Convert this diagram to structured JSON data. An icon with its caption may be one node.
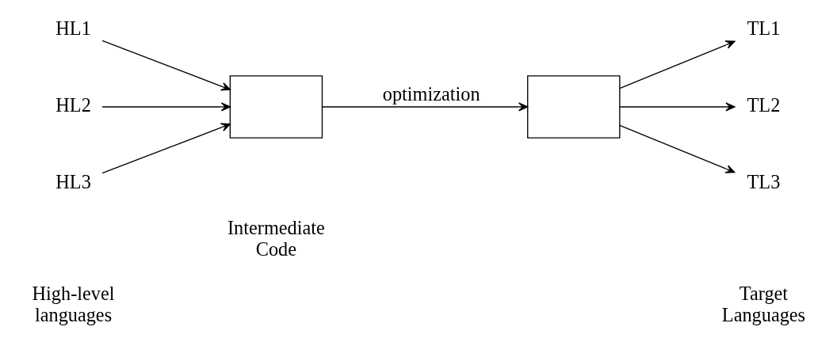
{
  "diagram": {
    "nodes": [
      {
        "text": [
          "HL1"
        ]
      },
      {
        "text": [
          "HL2"
        ]
      },
      {
        "text": [
          "HL3"
        ]
      },
      {
        "text": [],
        "shape": "box"
      },
      {
        "text": [],
        "shape": "box"
      },
      {
        "text": [
          "TL1"
        ]
      },
      {
        "text": [
          "TL2"
        ]
      },
      {
        "text": [
          "TL3"
        ]
      }
    ],
    "edges": [
      {
        "from": 0,
        "to": 3,
        "arrow": "to"
      },
      {
        "from": 1,
        "to": 3,
        "arrow": "to"
      },
      {
        "from": 2,
        "to": 3,
        "arrow": "to"
      },
      {
        "from": 3,
        "to": 4,
        "arrow": "to",
        "label": "optimization"
      },
      {
        "from": 4,
        "to": 5,
        "arrow": "to"
      },
      {
        "from": 4,
        "to": 6,
        "arrow": "to"
      },
      {
        "from": 4,
        "to": 7,
        "arrow": "to"
      }
    ],
    "labels": [
      "High-level languages",
      "Intermediate Code",
      "Target Languages"
    ]
  }
}
